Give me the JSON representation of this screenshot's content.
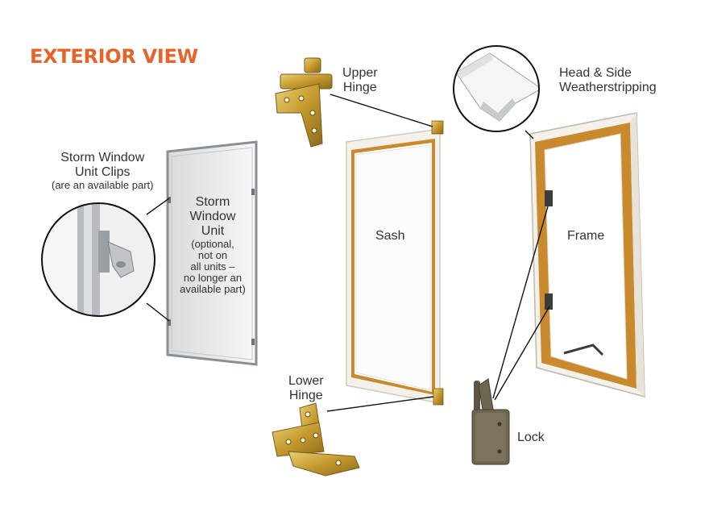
{
  "title": "EXTERIOR VIEW",
  "colors": {
    "title": "#e8632a",
    "label": "#333333",
    "leader": "#111111",
    "frame_wood": "#c98a2e",
    "frame_white": "#f3f1ea",
    "storm_metal": "#8a8f94",
    "hinge_brass": "#c9a238",
    "lock_bronze": "#6e6650"
  },
  "parts": {
    "upper_hinge": {
      "line1": "Upper",
      "line2": "Hinge"
    },
    "weatherstripping": {
      "line1": "Head & Side",
      "line2": "Weatherstripping"
    },
    "storm_clips": {
      "line1": "Storm Window",
      "line2": "Unit Clips",
      "note": "(are an available part)"
    },
    "storm_unit": {
      "line1": "Storm",
      "line2": "Window",
      "line3": "Unit",
      "note1": "(optional,",
      "note2": "not on",
      "note3": "all units –",
      "note4": "no longer an",
      "note5": "available part)"
    },
    "sash": {
      "label": "Sash"
    },
    "frame": {
      "label": "Frame"
    },
    "lower_hinge": {
      "line1": "Lower",
      "line2": "Hinge"
    },
    "lock": {
      "label": "Lock"
    }
  }
}
